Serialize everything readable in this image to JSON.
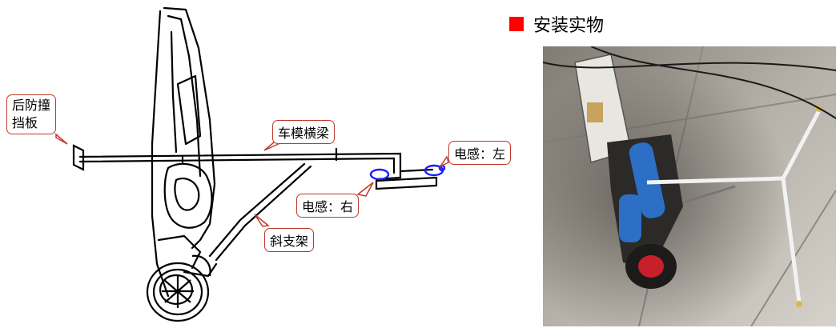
{
  "labels": {
    "rear_bumper": "后防撞\n挡板",
    "crossbeam": "车模横梁",
    "inductor_left": "电感：左",
    "inductor_right": "电感：右",
    "diagonal_brace": "斜支架"
  },
  "photo_section": {
    "title": "安装实物"
  },
  "colors": {
    "accent_square": "#ff0000",
    "callout_border": "#c0392b",
    "inductor_blue": "#1a1aff"
  }
}
